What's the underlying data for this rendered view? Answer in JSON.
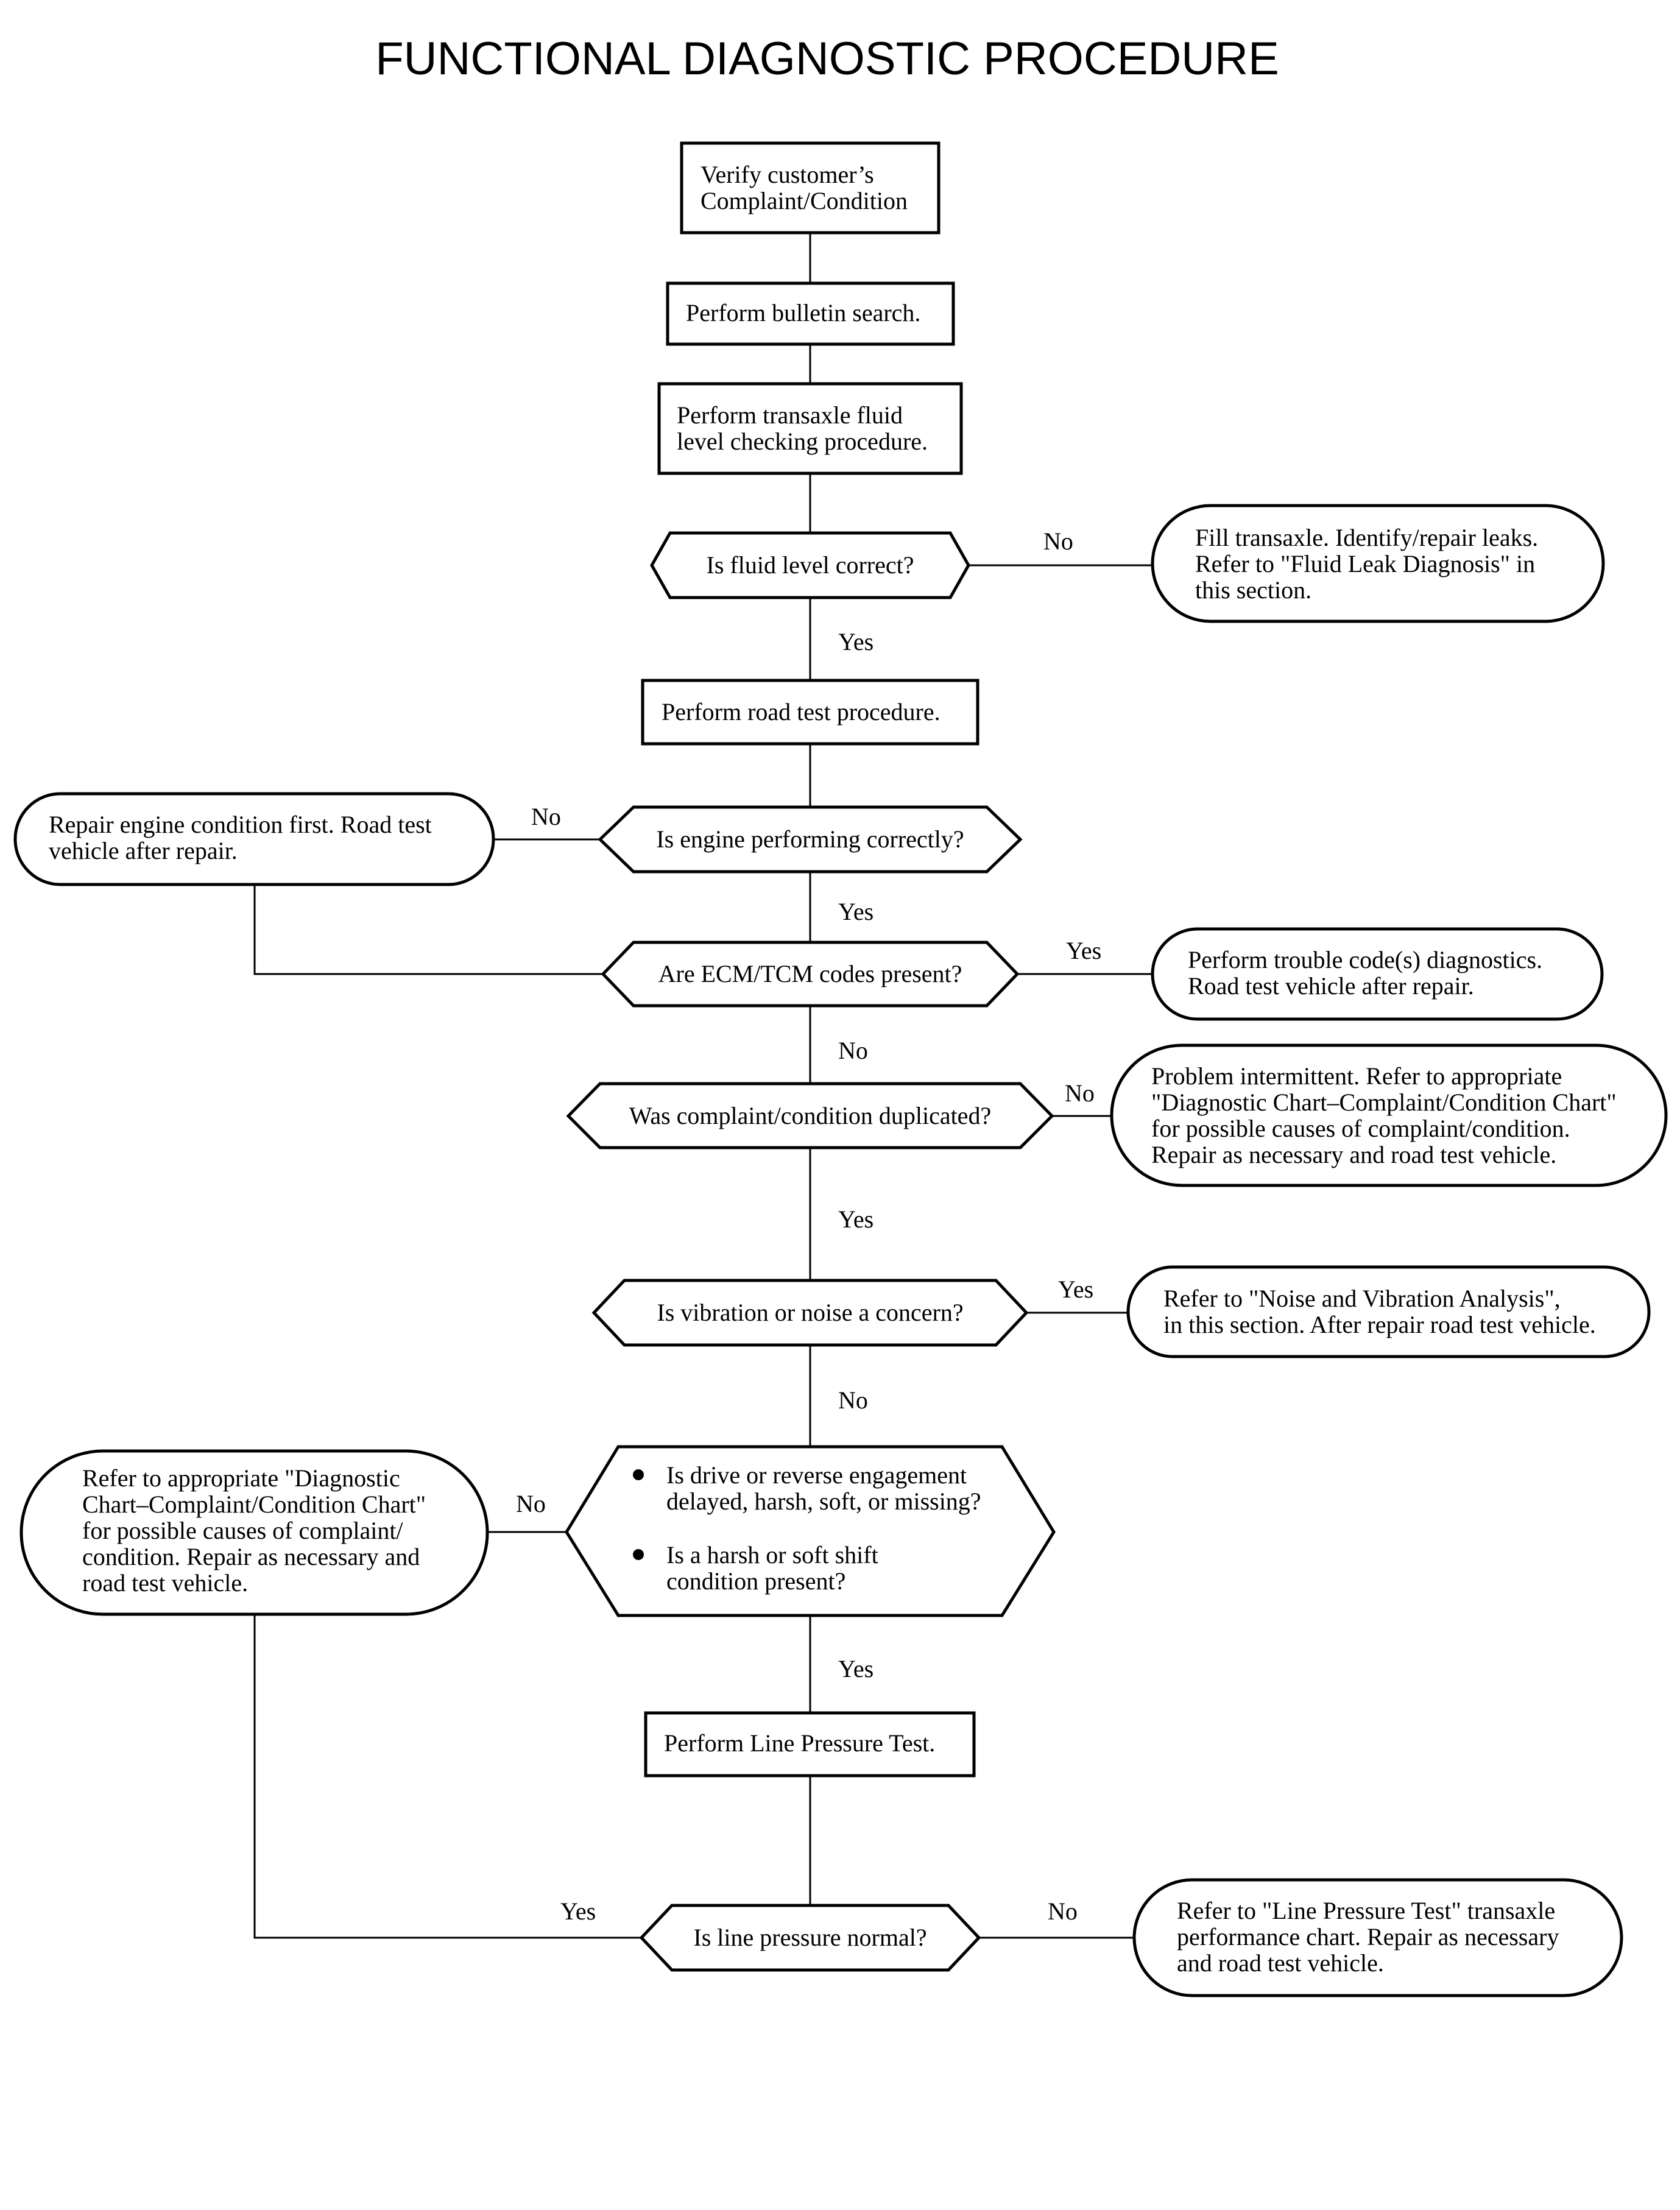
{
  "title": "FUNCTIONAL DIAGNOSTIC PROCEDURE",
  "nodes": {
    "verify": {
      "kind": "process",
      "lines": [
        "Verify customer’s",
        "Complaint/Condition"
      ]
    },
    "bulletin": {
      "kind": "process",
      "lines": [
        "Perform bulletin search."
      ]
    },
    "fluid_check": {
      "kind": "process",
      "lines": [
        "Perform transaxle fluid",
        "level checking procedure."
      ]
    },
    "fluid_level": {
      "kind": "decision",
      "lines": [
        "Is fluid level correct?"
      ]
    },
    "fill_transaxle": {
      "kind": "terminal",
      "lines": [
        "Fill transaxle. Identify/repair leaks.",
        "Refer to \"Fluid Leak Diagnosis\" in",
        "this section."
      ]
    },
    "road_test": {
      "kind": "process",
      "lines": [
        "Perform road test procedure."
      ]
    },
    "engine_correct": {
      "kind": "decision",
      "lines": [
        "Is engine performing correctly?"
      ]
    },
    "repair_engine": {
      "kind": "terminal",
      "lines": [
        "Repair engine condition first. Road test",
        "vehicle after repair."
      ]
    },
    "codes_present": {
      "kind": "decision",
      "lines": [
        "Are ECM/TCM codes present?"
      ]
    },
    "trouble_codes": {
      "kind": "terminal",
      "lines": [
        "Perform trouble code(s) diagnostics.",
        "Road test vehicle after repair."
      ]
    },
    "duplicated": {
      "kind": "decision",
      "lines": [
        "Was complaint/condition duplicated?"
      ]
    },
    "intermittent": {
      "kind": "terminal",
      "lines": [
        "Problem intermittent. Refer to appropriate",
        "\"Diagnostic Chart–Complaint/Condition Chart\"",
        "for possible causes of complaint/condition.",
        "Repair as necessary and road test vehicle."
      ]
    },
    "vibration": {
      "kind": "decision",
      "lines": [
        "Is vibration or noise a concern?"
      ]
    },
    "noise_analysis": {
      "kind": "terminal",
      "lines": [
        "Refer to \"Noise and Vibration Analysis\",",
        "in this section. After repair road test vehicle."
      ]
    },
    "engagement": {
      "kind": "decision",
      "bullets": [
        {
          "lines": [
            "Is drive or reverse engagement",
            "delayed, harsh, soft, or missing?"
          ]
        },
        {
          "lines": [
            "Is a harsh or soft shift",
            "condition present?"
          ]
        }
      ]
    },
    "diag_chart": {
      "kind": "terminal",
      "lines": [
        "Refer to appropriate \"Diagnostic",
        "Chart–Complaint/Condition Chart\"",
        "for possible causes of complaint/",
        "condition. Repair as necessary and",
        "road test vehicle."
      ]
    },
    "line_pressure_test": {
      "kind": "process",
      "lines": [
        "Perform Line Pressure Test."
      ]
    },
    "line_pressure_normal": {
      "kind": "decision",
      "lines": [
        "Is line pressure normal?"
      ]
    },
    "line_pressure_chart": {
      "kind": "terminal",
      "lines": [
        "Refer to \"Line Pressure Test\" transaxle",
        "performance chart. Repair as necessary",
        "and road test vehicle."
      ]
    }
  },
  "edge_labels": {
    "fluid_no": "No",
    "fluid_yes": "Yes",
    "engine_no": "No",
    "engine_yes": "Yes",
    "codes_yes": "Yes",
    "codes_no": "No",
    "duplicated_no": "No",
    "duplicated_yes": "Yes",
    "vibration_yes": "Yes",
    "vibration_no": "No",
    "engagement_no": "No",
    "engagement_yes": "Yes",
    "pressure_yes": "Yes",
    "pressure_no": "No"
  }
}
